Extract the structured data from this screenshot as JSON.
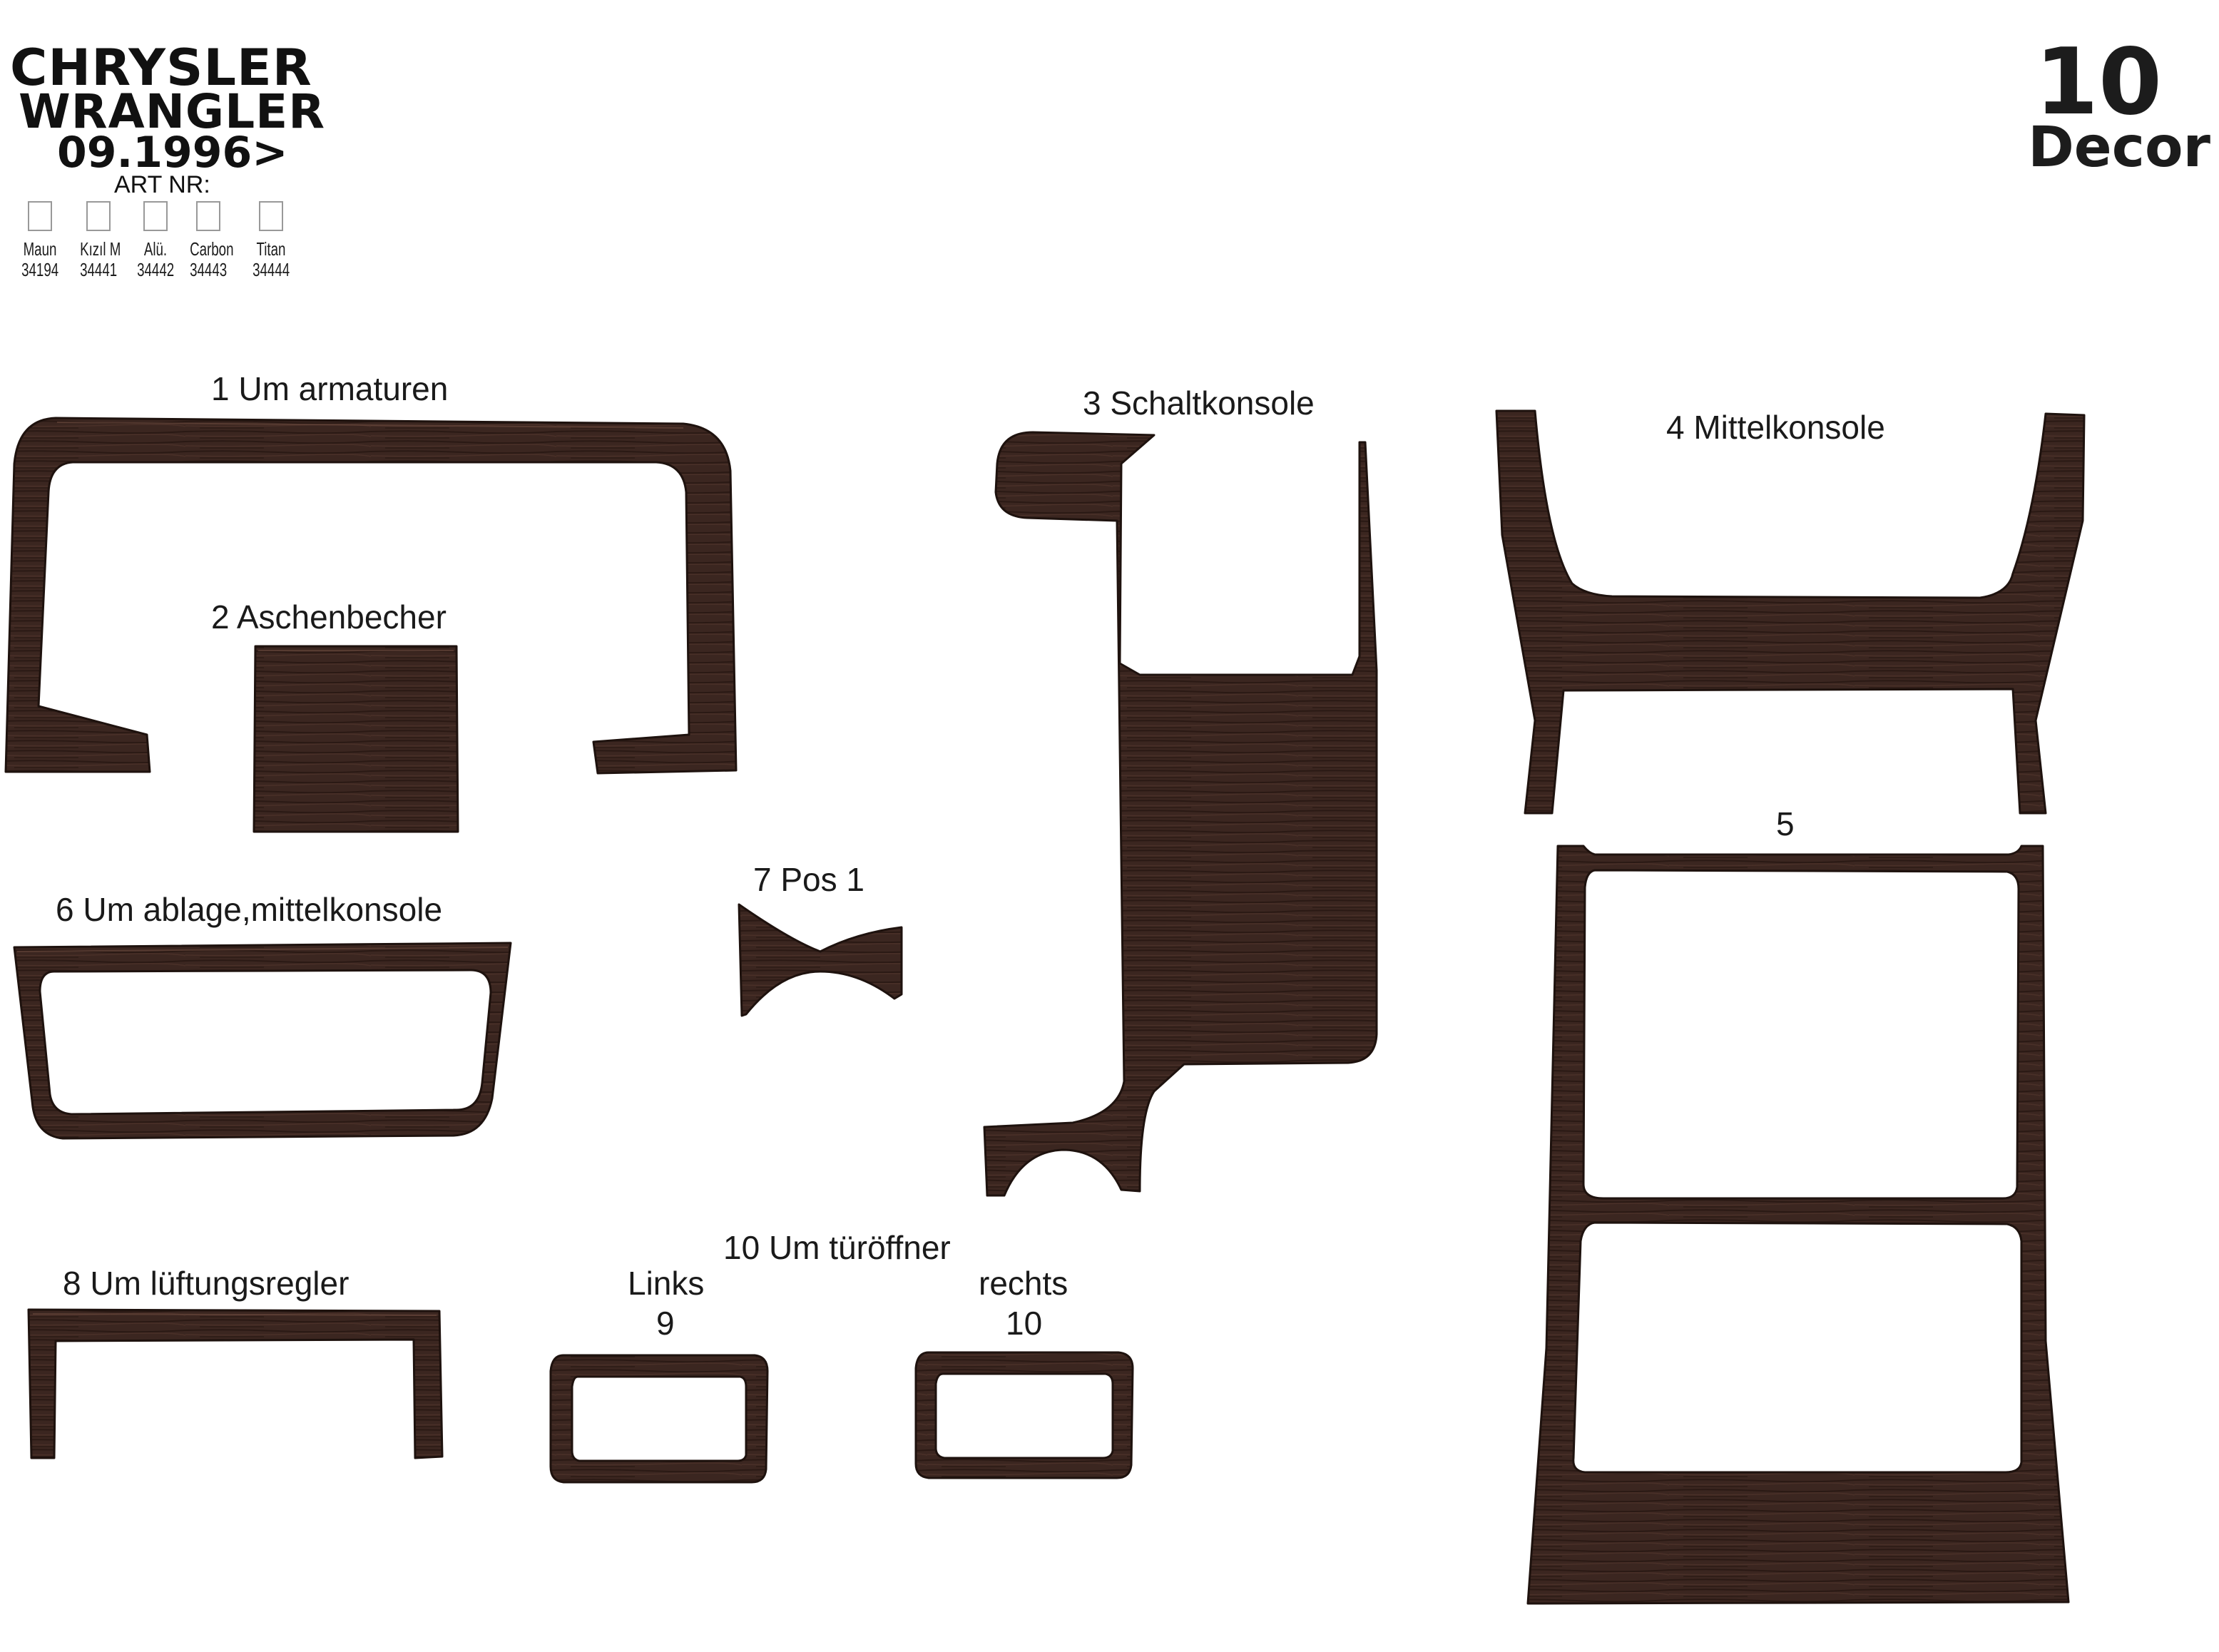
{
  "header": {
    "brand": "CHRYSLER",
    "model": "WRANGLER",
    "date": "09.1996>",
    "art_nr_label": "ART NR:",
    "options": [
      {
        "name": "Maun",
        "code": "34194"
      },
      {
        "name": "Kızıl M",
        "code": "34441"
      },
      {
        "name": "Alü.",
        "code": "34442"
      },
      {
        "name": "Carbon",
        "code": "34443"
      },
      {
        "name": "Titan",
        "code": "34444"
      }
    ],
    "piece_count": "10",
    "decor_label": "Decor"
  },
  "parts": {
    "p1": "1   Um armaturen",
    "p2": "2  Aschenbecher",
    "p3": "3  Schaltkonsole",
    "p4": "4  Mittelkonsole",
    "p5": "5",
    "p6": "6  Um ablage,mittelkonsole",
    "p7": "7  Pos 1",
    "p8": "8  Um lüftungsregler",
    "p10_title": "10  Um türöffner",
    "links": "Links",
    "n9": "9",
    "rechts": "rechts",
    "n10": "10"
  },
  "colors": {
    "wood": "#3b2620",
    "wood_grain": "#2a1914",
    "wood_highlight": "#5a3c32"
  }
}
